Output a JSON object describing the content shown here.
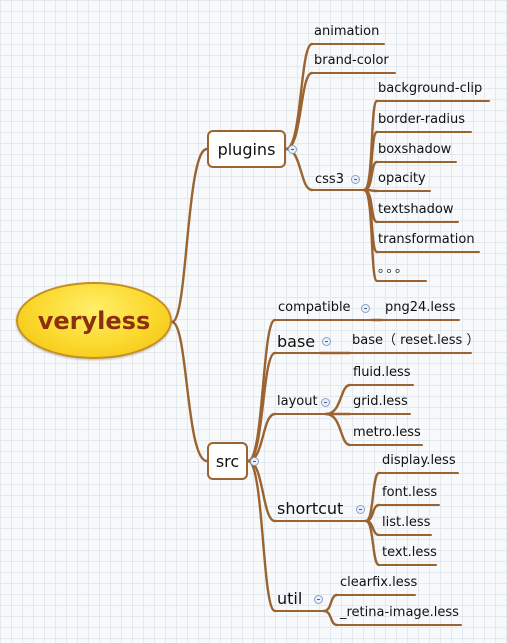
{
  "mindmap": {
    "root": "veryless",
    "plugins": {
      "label": "plugins",
      "animation": "animation",
      "brand_color": "brand-color",
      "css3": {
        "label": "css3",
        "items": [
          "background-clip",
          "border-radius",
          "boxshadow",
          "opacity",
          "textshadow",
          "transformation",
          "。。。"
        ]
      }
    },
    "src": {
      "label": "src",
      "compatible": {
        "label": "compatible",
        "child": "png24.less"
      },
      "base": {
        "label": "base",
        "child": "base（ reset.less ）"
      },
      "layout": {
        "label": "layout",
        "items": [
          "fluid.less",
          "grid.less",
          "metro.less"
        ]
      },
      "shortcut": {
        "label": "shortcut",
        "items": [
          "display.less",
          "font.less",
          "list.less",
          "text.less"
        ]
      },
      "util": {
        "label": "util",
        "items": [
          "clearfix.less",
          "_retina-image.less"
        ]
      }
    }
  },
  "colors": {
    "branch": "#9a6330",
    "root_fill": "#fbd82c",
    "root_text": "#8c2f0e"
  }
}
